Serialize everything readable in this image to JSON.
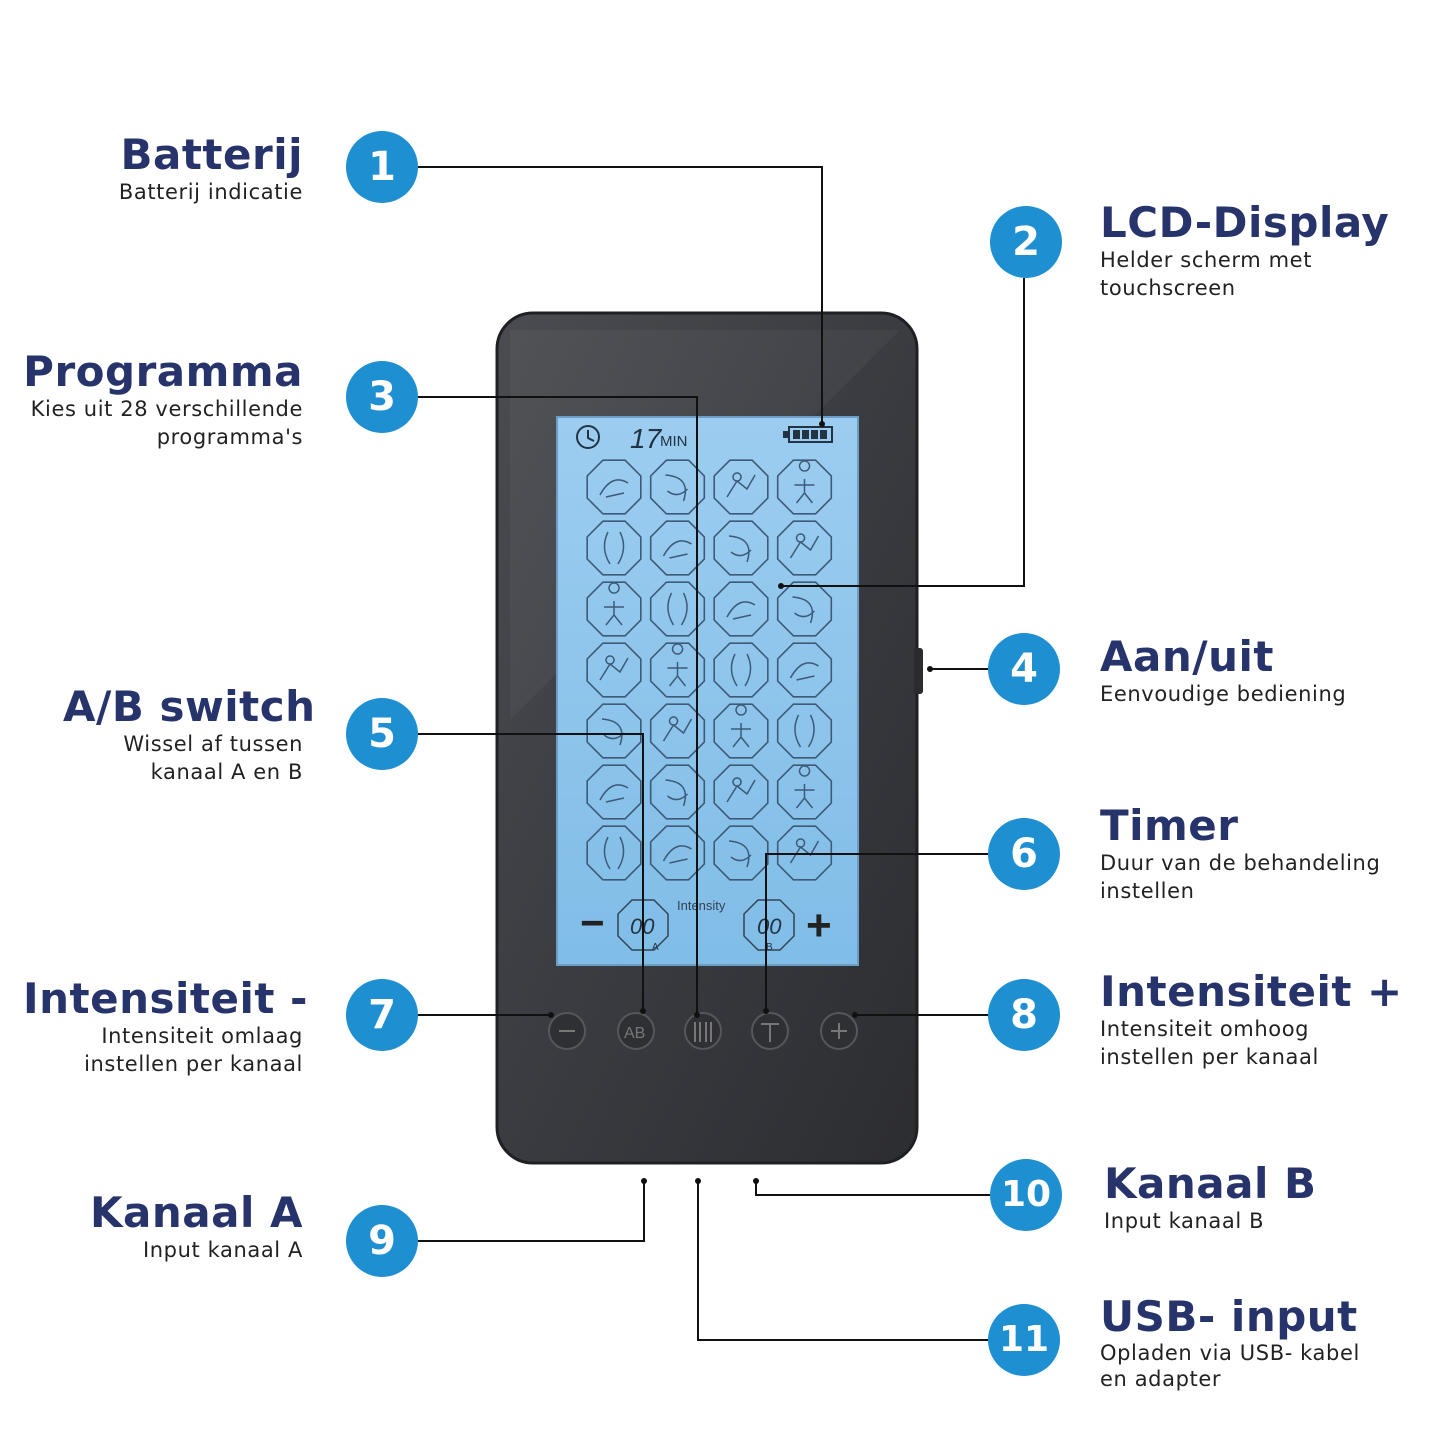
{
  "callouts": [
    {
      "num": "1",
      "title": "Batterij",
      "desc": "Batterij indicatie"
    },
    {
      "num": "2",
      "title": "LCD-Display",
      "desc": "Helder scherm met touchscreen"
    },
    {
      "num": "3",
      "title": "Programma",
      "desc": "Kies uit 28 verschillende programma's"
    },
    {
      "num": "4",
      "title": "Aan/uit",
      "desc": "Eenvoudige bediening"
    },
    {
      "num": "5",
      "title": "A/B switch",
      "desc": "Wissel af tussen kanaal A en B"
    },
    {
      "num": "6",
      "title": "Timer",
      "desc": "Duur van de behandeling instellen"
    },
    {
      "num": "7",
      "title": "Intensiteit -",
      "desc": "Intensiteit omlaag instellen per kanaal"
    },
    {
      "num": "8",
      "title": "Intensiteit +",
      "desc": "Intensiteit omhoog instellen per kanaal"
    },
    {
      "num": "9",
      "title": "Kanaal A",
      "desc": "Input kanaal A"
    },
    {
      "num": "10",
      "title": "Kanaal B",
      "desc": "Input kanaal B"
    },
    {
      "num": "11",
      "title": "USB- input",
      "desc": "Opladen via USB- kabel en adapter"
    }
  ],
  "device": {
    "timer_value": "17",
    "timer_unit": "MIN",
    "intensity_label": "Intensity",
    "intensity_a": "00",
    "intensity_b": "00",
    "channel_a": "A",
    "channel_b": "B",
    "minus_symbol": "−",
    "plus_symbol": "+",
    "program_count": 28,
    "battery_bars": 4
  },
  "colors": {
    "title": "#27336b",
    "badge": "#1e8fd0",
    "device_body": "#3a3c40",
    "screen": "#8ec4ea"
  }
}
